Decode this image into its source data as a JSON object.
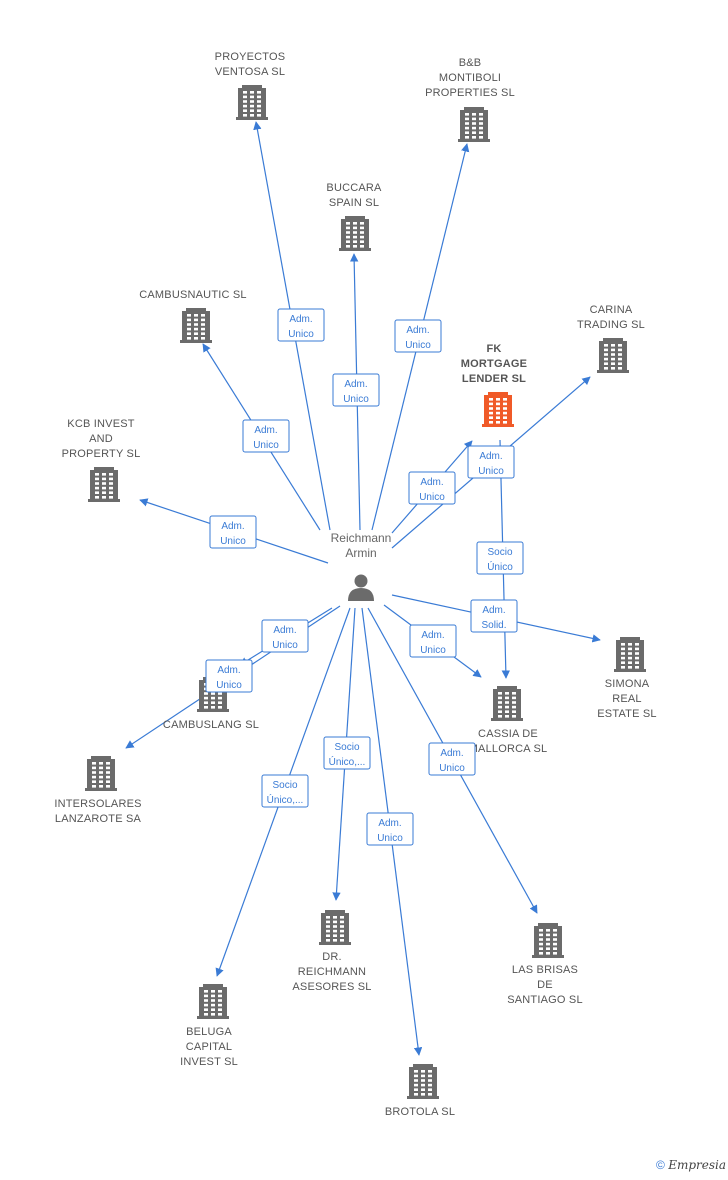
{
  "colors": {
    "edge": "#3a7bd5",
    "building": "#6b6b6b",
    "highlight": "#f05a28",
    "person": "#6b6b6b"
  },
  "center": {
    "id": "person",
    "name_lines": [
      "Reichmann",
      "Armin"
    ],
    "icon": "person-icon"
  },
  "companies": [
    {
      "id": "proyectos",
      "lines": [
        "PROYECTOS",
        "VENTOSA SL"
      ],
      "highlight": false
    },
    {
      "id": "bb",
      "lines": [
        "B&B",
        "MONTIBOLI",
        "PROPERTIES  SL"
      ],
      "highlight": false
    },
    {
      "id": "buccara",
      "lines": [
        "BUCCARA",
        "SPAIN  SL"
      ],
      "highlight": false
    },
    {
      "id": "cambusnautic",
      "lines": [
        "CAMBUSNAUTIC SL"
      ],
      "highlight": false
    },
    {
      "id": "carina",
      "lines": [
        "CARINA",
        "TRADING SL"
      ],
      "highlight": false
    },
    {
      "id": "fk",
      "lines": [
        "FK",
        "MORTGAGE",
        "LENDER SL"
      ],
      "highlight": true
    },
    {
      "id": "kcb",
      "lines": [
        "KCB INVEST",
        "AND",
        "PROPERTY  SL"
      ],
      "highlight": false
    },
    {
      "id": "simona",
      "lines": [
        "SIMONA",
        "REAL",
        "ESTATE SL"
      ],
      "highlight": false
    },
    {
      "id": "cassia",
      "lines": [
        "CASSIA DE",
        "MALLORCA SL"
      ],
      "highlight": false
    },
    {
      "id": "cambuslang",
      "lines": [
        "CAMBUSLANG SL"
      ],
      "highlight": false
    },
    {
      "id": "intersolares",
      "lines": [
        "INTERSOLARES",
        "LANZAROTE SA"
      ],
      "highlight": false
    },
    {
      "id": "lasbrisas",
      "lines": [
        "LAS BRISAS",
        "DE",
        "SANTIAGO SL"
      ],
      "highlight": false
    },
    {
      "id": "dr",
      "lines": [
        "DR.",
        "REICHMANN",
        "ASESORES  SL"
      ],
      "highlight": false
    },
    {
      "id": "beluga",
      "lines": [
        "BELUGA",
        "CAPITAL",
        "INVEST  SL"
      ],
      "highlight": false
    },
    {
      "id": "brotola",
      "lines": [
        "BROTOLA SL"
      ],
      "highlight": false
    }
  ],
  "edges": [
    {
      "to": "proyectos",
      "label": [
        "Adm.",
        "Unico"
      ]
    },
    {
      "to": "buccara",
      "label": [
        "Adm.",
        "Unico"
      ]
    },
    {
      "to": "bb",
      "label": [
        "Adm.",
        "Unico"
      ]
    },
    {
      "to": "cambusnautic",
      "label": [
        "Adm.",
        "Unico"
      ]
    },
    {
      "to": "kcb",
      "label": [
        "Adm.",
        "Unico"
      ]
    },
    {
      "to": "carina",
      "label": [
        "Adm.",
        "Unico"
      ]
    },
    {
      "to": "fk",
      "label": [
        "Adm.",
        "Unico"
      ]
    },
    {
      "to": "cassia",
      "label": [
        "Socio",
        "Único"
      ]
    },
    {
      "to": "simona",
      "label": [
        "Adm.",
        "Solid."
      ]
    },
    {
      "to": "cassia",
      "label": [
        "Adm.",
        "Unico"
      ]
    },
    {
      "to": "cambuslang",
      "label": [
        "Adm.",
        "Unico"
      ]
    },
    {
      "to": "intersolares",
      "label": [
        "Adm.",
        "Unico"
      ]
    },
    {
      "to": "dr",
      "label": [
        "Socio",
        "Único,..."
      ]
    },
    {
      "to": "beluga",
      "label": [
        "Socio",
        "Único,..."
      ]
    },
    {
      "to": "brotola",
      "label": [
        "Adm.",
        "Unico"
      ]
    },
    {
      "to": "lasbrisas",
      "label": [
        "Adm.",
        "Unico"
      ]
    }
  ],
  "footer": {
    "copyright": "©",
    "brand": "Empresia"
  }
}
